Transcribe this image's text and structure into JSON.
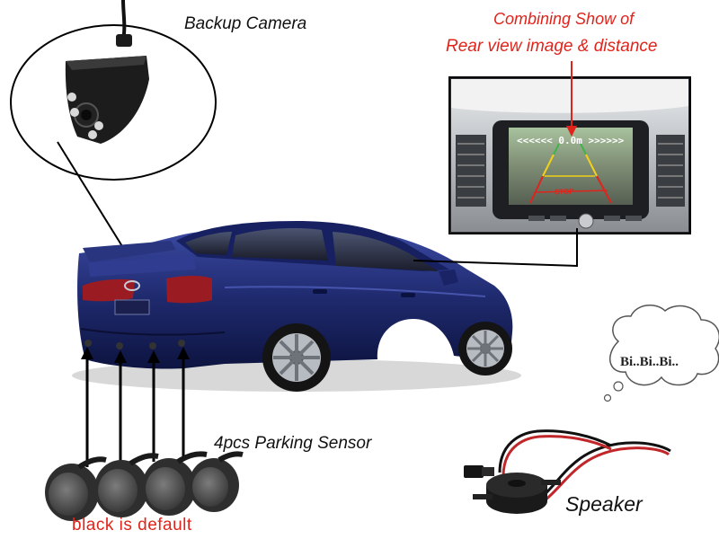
{
  "labels": {
    "camera": "Backup Camera",
    "combo_line1": "Combining Show of",
    "combo_line2": "Rear view image & distance",
    "sensors": "4pcs Parking Sensor",
    "speaker": "Speaker",
    "default_color": "black is default",
    "beep": "Bi..Bi..Bi.."
  },
  "screen": {
    "distance_readout": "<<<<<< 0.0m >>>>>>",
    "stop_text": "STOP"
  },
  "colors": {
    "accent_red": "#e0241b",
    "car_blue": "#1f2a6e",
    "sensor_dark": "#2e2e2e"
  }
}
